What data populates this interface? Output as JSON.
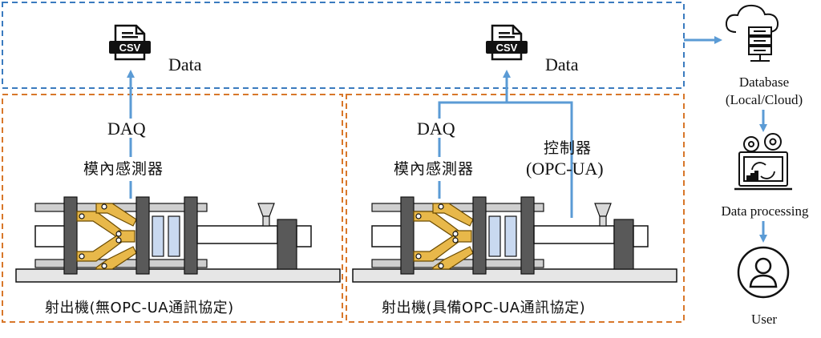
{
  "left": {
    "data_label": "Data",
    "daq_label": "DAQ",
    "sensor_label": "模內感測器",
    "caption": "射出機(無OPC-UA通訊協定)"
  },
  "middle": {
    "data_label": "Data",
    "daq_label": "DAQ",
    "sensor_label": "模內感測器",
    "controller_label": "控制器",
    "controller_protocol": "(OPC-UA)",
    "caption": "射出機(具備OPC-UA通訊協定)"
  },
  "file_icon_text": "CSV",
  "right": {
    "database_label": "Database",
    "database_sub": "(Local/Cloud)",
    "processing_label": "Data processing",
    "user_label": "User"
  },
  "colors": {
    "blue_dash": "#3a7bbf",
    "orange_dash": "#d8772a",
    "arrow_blue": "#5b9bd5",
    "machine_frame": "#595959",
    "platen": "#bfbfbf",
    "mold_blue": "#c9d9f0",
    "toggle_gold": "#e8b84a"
  },
  "icons": [
    "csv-file-icon",
    "cloud-database-icon",
    "data-processing-icon",
    "user-icon",
    "injection-machine"
  ]
}
